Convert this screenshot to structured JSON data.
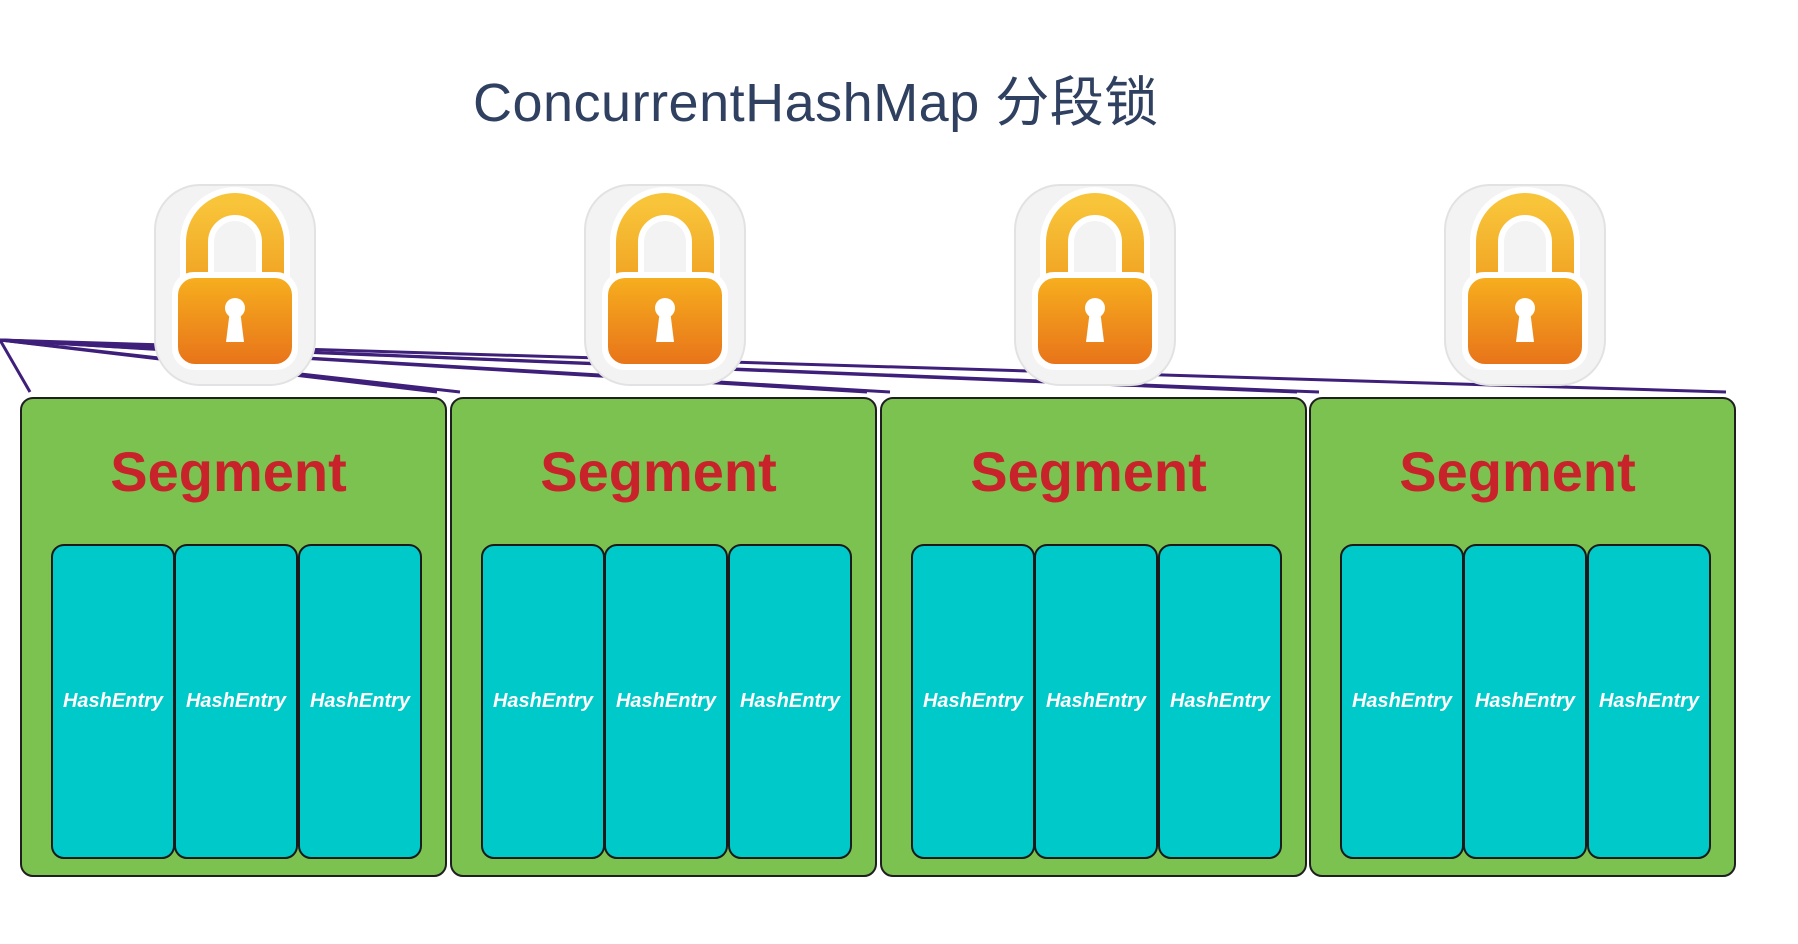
{
  "title": "ConcurrentHashMap 分段锁",
  "segments": [
    {
      "label": "Segment",
      "entries": [
        "HashEntry",
        "HashEntry",
        "HashEntry"
      ]
    },
    {
      "label": "Segment",
      "entries": [
        "HashEntry",
        "HashEntry",
        "HashEntry"
      ]
    },
    {
      "label": "Segment",
      "entries": [
        "HashEntry",
        "HashEntry",
        "HashEntry"
      ]
    },
    {
      "label": "Segment",
      "entries": [
        "HashEntry",
        "HashEntry",
        "HashEntry"
      ]
    }
  ],
  "icons": {
    "lock": "padlock-icon"
  },
  "colors": {
    "title": "#2f4060",
    "segment_fill": "#7cc250",
    "segment_label": "#c8232b",
    "entry_fill": "#00c9c9",
    "connector": "#3e1f7a",
    "lock_body_top": "#f6ae1e",
    "lock_body_bottom": "#e8741a"
  }
}
